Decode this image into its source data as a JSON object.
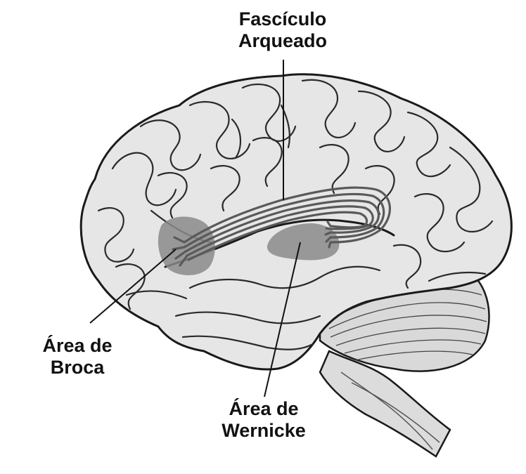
{
  "labels": {
    "arcuate_line1": "Fascículo",
    "arcuate_line2": "Arqueado",
    "broca_line1": "Área de",
    "broca_line2": "Broca",
    "wernicke_line1": "Área de",
    "wernicke_line2": "Wernicke"
  },
  "colors": {
    "outline": "#1a1a1a",
    "cortex_fill": "#e6e6e6",
    "region_fill": "#8a8a8a",
    "fiber": "#5a5a5a",
    "cerebellum_fill": "#d9d9d9"
  }
}
